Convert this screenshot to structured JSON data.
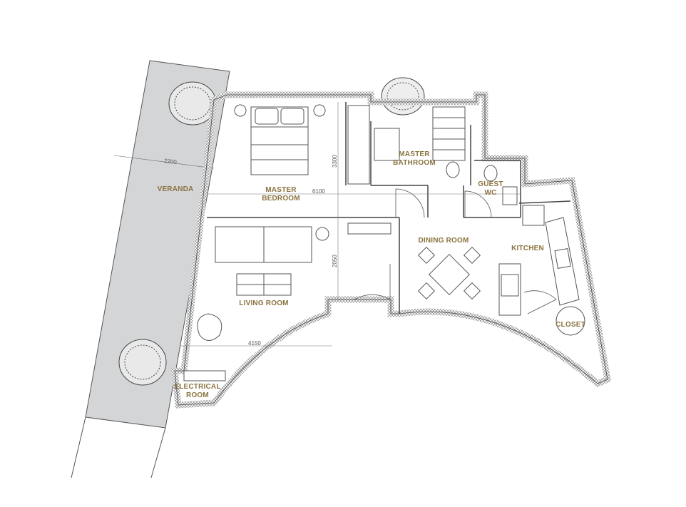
{
  "rooms": {
    "veranda": "VERANDA",
    "master_bedroom": [
      "MASTER",
      "BEDROOM"
    ],
    "master_bathroom": [
      "MASTER",
      "BATHROOM"
    ],
    "guest_wc": [
      "GUEST",
      "WC"
    ],
    "dining_room": "DINING ROOM",
    "kitchen": "KITCHEN",
    "living_room": "LIVING ROOM",
    "closet": "CLOSET",
    "electrical_room": [
      "ELECTRICAL",
      "ROOM"
    ]
  },
  "dimensions": {
    "veranda_width": "2200",
    "bedroom_width": "6100",
    "bedroom_depth": "3300",
    "living_depth": "2050",
    "living_width": "4150"
  },
  "colors": {
    "label": "#8a7340",
    "veranda_fill": "#d4d5d6",
    "wall": "#444444"
  }
}
